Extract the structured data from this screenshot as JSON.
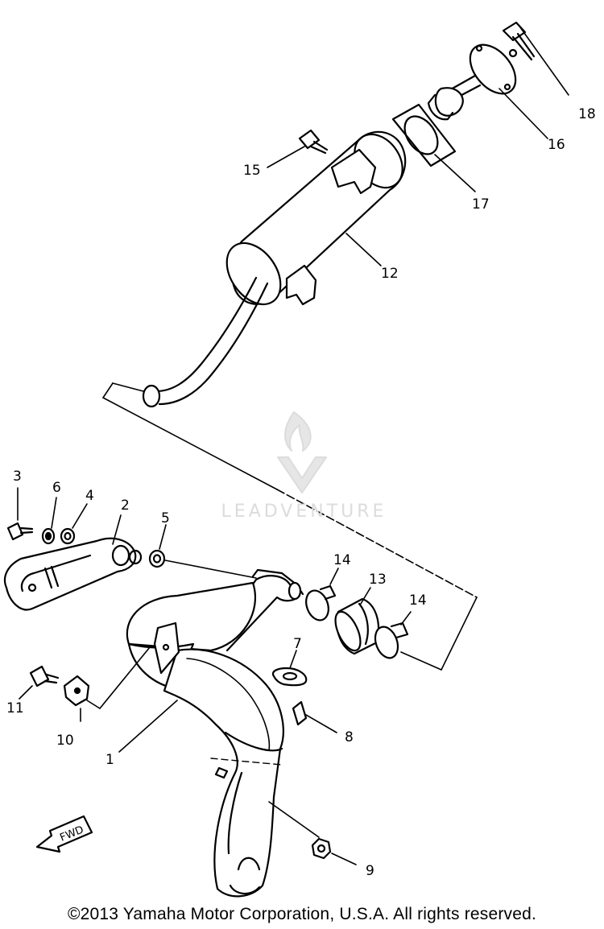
{
  "callouts": {
    "c1": "1",
    "c2": "2",
    "c3": "3",
    "c4": "4",
    "c5": "5",
    "c6": "6",
    "c7": "7",
    "c8": "8",
    "c9": "9",
    "c10": "10",
    "c11": "11",
    "c12": "12",
    "c13": "13",
    "c14a": "14",
    "c14b": "14",
    "c15": "15",
    "c16": "16",
    "c17": "17",
    "c18": "18"
  },
  "fwd_label": "FWD",
  "watermark": "LEADVENTURE",
  "copyright": "©2013 Yamaha Motor Corporation, U.S.A. All rights reserved.",
  "colors": {
    "ink": "#000000",
    "watermark": "#dcdcdc",
    "background": "#ffffff"
  }
}
